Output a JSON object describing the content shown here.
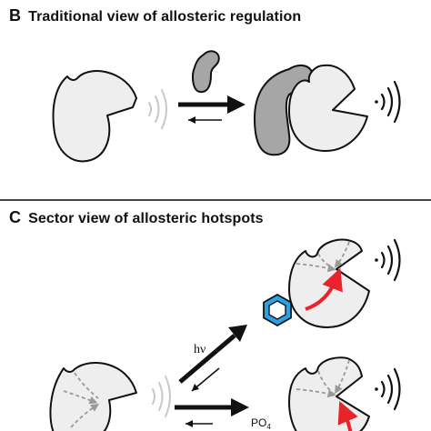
{
  "panels": {
    "b": {
      "letter": "B",
      "title": "Traditional view of allosteric regulation"
    },
    "c": {
      "letter": "C",
      "title": "Sector view of allosteric hotspots",
      "light_label": "hν",
      "phosphate_label": "PO",
      "phosphate_subscript": "4"
    }
  },
  "colors": {
    "protein_fill": "#eeeeee",
    "effector_fill": "#a6a6a6",
    "outline": "#111111",
    "signal_arc": "#111111",
    "signal_arc_faint": "#c8c8c8",
    "sector_dash": "#999999",
    "hotspot_arrow": "#e8232a",
    "ligand_ring": "#29a3e6"
  },
  "icons": [
    "benzene-ring-icon",
    "sound-wave-icon",
    "arrow-icon"
  ]
}
